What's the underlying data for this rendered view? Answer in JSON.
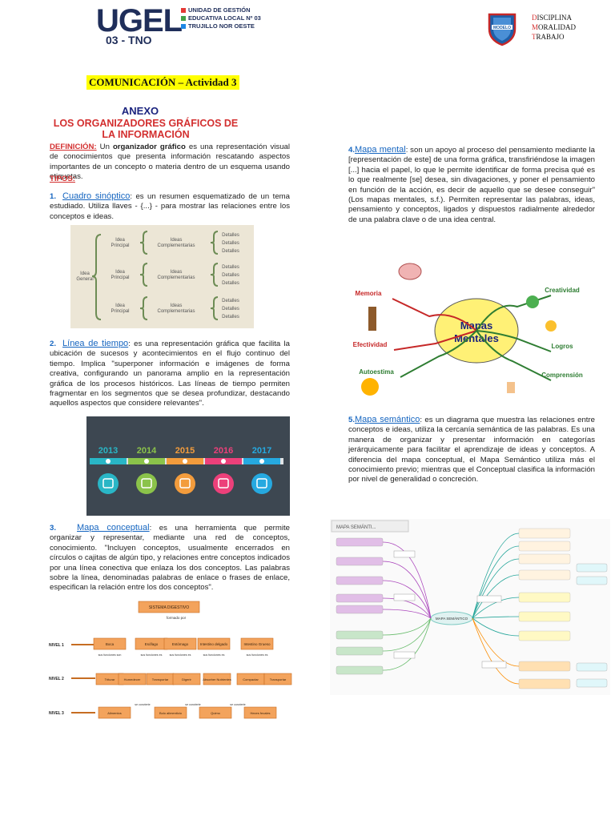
{
  "header": {
    "logo_word": "UGEL",
    "logo_sub": "03 - TNO",
    "logo_lines": [
      "UNIDAD DE GESTIÓN",
      "EDUCATIVA LOCAL Nº 03",
      "TRUJILLO NOR OESTE"
    ],
    "motto": [
      {
        "initial": "D",
        "rest": "ISCIPLINA"
      },
      {
        "initial": "M",
        "rest": "ORALIDAD"
      },
      {
        "initial": "T",
        "rest": "RABAJO"
      }
    ],
    "shield_text": "MODELO"
  },
  "activity_title": "COMUNICACIÓN – Actividad 3",
  "anexo": "ANEXO",
  "heading": "LOS ORGANIZADORES GRÁFICOS DE LA INFORMACIÓN",
  "definition": {
    "label": "DEFINICIÓN:",
    "lead": "Un",
    "term": "organizador gráfico",
    "text": "es una representación visual de conocimientos que presenta información rescatando aspectos importantes de un concepto o materia dentro de un esquema usando etiquetas."
  },
  "tipos_label": "TIPOS:",
  "types": [
    {
      "num": "1.",
      "title": "Cuadro sinóptico",
      "text": ": es un resumen esquematizado de un tema estudiado. Utiliza llaves - {...} - para mostrar las relaciones entre los conceptos e ideas."
    },
    {
      "num": "2.",
      "title": "Línea de tiempo",
      "text": ": es una representación gráfica que facilita la ubicación de sucesos y acontecimientos en el flujo continuo del tiempo. Implica \"superponer información e imágenes de forma creativa, configurando un panorama amplio en la representación gráfica de los procesos históricos. Las líneas de tiempo permiten fragmentar en los segmentos que se desea profundizar, destacando aquellos aspectos que considere relevantes\"."
    },
    {
      "num": "3.",
      "title": "Mapa conceptual",
      "text": ": es una herramienta que permite organizar y representar, mediante una red de conceptos, conocimiento. \"Incluyen conceptos, usualmente encerrados en círculos o cajitas de algún tipo, y relaciones entre conceptos indicados por una línea conectiva que enlaza los dos conceptos. Las palabras sobre la línea, denominadas palabras de enlace o frases de enlace, especifican la relación entre los dos conceptos\"."
    },
    {
      "num": "4.",
      "title": "Mapa mental",
      "text": ": son un apoyo al proceso del pensamiento mediante la [representación de este] de una forma gráfica, transfiriéndose la imagen [...] hacia el papel, lo que le permite identificar de forma precisa qué es lo que realmente [se] desea, sin divagaciones, y poner el pensamiento en función de la acción, es decir de aquello que se desee conseguir\" (Los mapas mentales, s.f.). Permiten representar las palabras, ideas, pensamiento y conceptos, ligados y dispuestos radialmente alrededor de una palabra clave o de una idea central."
    },
    {
      "num": "5.",
      "title": "Mapa semántico",
      "text": ": es un diagrama que muestra las relaciones entre conceptos e ideas, utiliza la cercanía semántica de las palabras. Es una manera de organizar y presentar información en categorías jerárquicamente para facilitar el aprendizaje de ideas y conceptos. A diferencia del mapa conceptual, el Mapa Semántico utiliza más el conocimiento previo; mientras que el Conceptual clasifica la información por nivel de generalidad o concreción."
    }
  ],
  "synoptic": {
    "general": "Idea General",
    "principal": "Idea Principal",
    "complementarias": "Ideas Complementarias",
    "detalles": "Detalles"
  },
  "timeline": {
    "years": [
      "2013",
      "2014",
      "2015",
      "2016",
      "2017"
    ],
    "colors": [
      "#29b6c6",
      "#8bc34a",
      "#f39c3c",
      "#ec407a",
      "#26a9e0"
    ]
  },
  "concept_map": {
    "top": "SISTEMA DIGESTIVO",
    "top_link": "formado por",
    "levels": [
      "NIVEL 1",
      "NIVEL 2",
      "NIVEL 3"
    ],
    "n1": [
      "Boca",
      "Esófago",
      "Estómago",
      "Intestino delgado",
      "Intestino Grueso"
    ],
    "n1_links": [
      "sus funciones son",
      "sus funciones es",
      "sus funciones es",
      "sus funciones es",
      "sus funciones es"
    ],
    "n2": [
      "Triturar",
      "Humedecer",
      "Transportar",
      "Digerir",
      "Absorber Nutrientes",
      "Compactar",
      "Transportar"
    ],
    "n3": [
      "Alimentos",
      "Bolo alimenticio",
      "Quimo",
      "Heces fecales"
    ],
    "n3_links": [
      "se convierte",
      "se convierte",
      "se convierte"
    ]
  },
  "mental_map": {
    "center": "Mapas Mentales",
    "branches": [
      "Memoria",
      "Creatividad",
      "Efectividad",
      "Logros",
      "Autoestima",
      "Comprensión"
    ]
  },
  "semantic_map": {
    "center": "MAPA SEMÁNTICO",
    "toolbar": "MAPA SEMÁNTI..."
  }
}
